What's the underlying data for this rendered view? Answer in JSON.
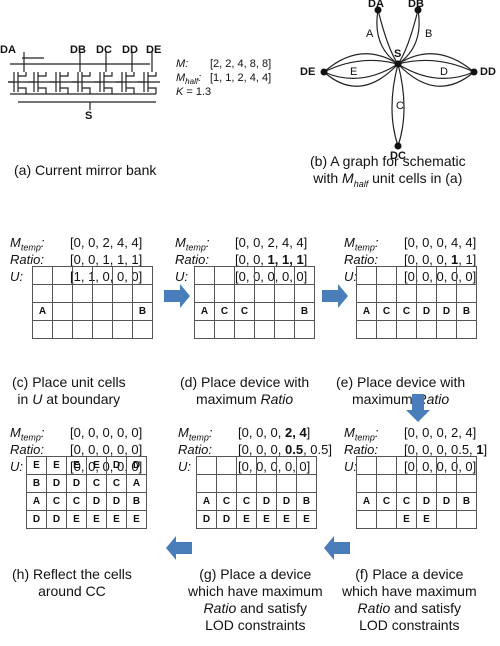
{
  "schematic": {
    "terminals": [
      "DA",
      "DB",
      "DC",
      "DD",
      "DE"
    ],
    "source_label": "S",
    "equations": [
      {
        "label": "M",
        "sub": "",
        "value": "[2, 2, 4, 8, 8]"
      },
      {
        "label": "M",
        "sub": "half",
        "value": "[1, 1, 2, 4, 4]"
      },
      {
        "label": "K",
        "sub": "",
        "value": "= 1.3"
      }
    ],
    "caption": "(a) Current mirror bank"
  },
  "graph": {
    "nodes": {
      "top_left": "DA",
      "top_right": "DB",
      "left": "DE",
      "right": "DD",
      "bottom": "DC",
      "center": "S"
    },
    "edge_labels": [
      "A",
      "B",
      "C",
      "D",
      "E"
    ],
    "caption_line1": "(b) A graph for schematic",
    "caption_line2_pre": "with ",
    "caption_line2_m": "M",
    "caption_line2_sub": "half",
    "caption_line2_post": " unit cells in (a)"
  },
  "vector_labels": {
    "mtemp": "M",
    "mtemp_sub": "temp",
    "ratio": "Ratio",
    "u": "U"
  },
  "steps": [
    {
      "id": "c",
      "mtemp": [
        {
          "t": "[0, 0, 2, 4, 4]",
          "b": false
        }
      ],
      "ratio": [
        {
          "t": "[0, 0, 1, 1, 1]",
          "b": false
        }
      ],
      "u": [
        {
          "t": "[1, 1, 0, 0, 0]",
          "b": false
        }
      ],
      "grid": [
        [
          "",
          "",
          "",
          "",
          "",
          ""
        ],
        [
          "",
          "",
          "",
          "",
          "",
          ""
        ],
        [
          "A",
          "",
          "",
          "",
          "",
          "B"
        ],
        [
          "",
          "",
          "",
          "",
          "",
          ""
        ]
      ],
      "caption": [
        "(c) Place unit cells",
        "in U at boundary"
      ]
    },
    {
      "id": "d",
      "mtemp": [
        {
          "t": "[0, 0, 2, 4, 4]",
          "b": false
        }
      ],
      "ratio": [
        {
          "t": "[0, 0, ",
          "b": false
        },
        {
          "t": "1, 1, 1",
          "b": true
        },
        {
          "t": "]",
          "b": false
        }
      ],
      "u": [
        {
          "t": "[0, 0, 0, 0, 0]",
          "b": false
        }
      ],
      "grid": [
        [
          "",
          "",
          "",
          "",
          "",
          ""
        ],
        [
          "",
          "",
          "",
          "",
          "",
          ""
        ],
        [
          "A",
          "C",
          "C",
          "",
          "",
          "B"
        ],
        [
          "",
          "",
          "",
          "",
          "",
          ""
        ]
      ],
      "caption": [
        "(d) Place device with",
        "maximum Ratio"
      ]
    },
    {
      "id": "e",
      "mtemp": [
        {
          "t": "[0, 0, 0, 4, 4]",
          "b": false
        }
      ],
      "ratio": [
        {
          "t": "[0, 0, 0, ",
          "b": false
        },
        {
          "t": "1",
          "b": true
        },
        {
          "t": ", 1]",
          "b": false
        }
      ],
      "u": [
        {
          "t": "[0, 0, 0, 0, 0]",
          "b": false
        }
      ],
      "grid": [
        [
          "",
          "",
          "",
          "",
          "",
          ""
        ],
        [
          "",
          "",
          "",
          "",
          "",
          ""
        ],
        [
          "A",
          "C",
          "C",
          "D",
          "D",
          "B"
        ],
        [
          "",
          "",
          "",
          "",
          "",
          ""
        ]
      ],
      "caption": [
        "(e) Place device with",
        "maximum Ratio"
      ]
    },
    {
      "id": "f",
      "mtemp": [
        {
          "t": "[0, 0, 0, 2, 4]",
          "b": false
        }
      ],
      "ratio": [
        {
          "t": "[0, 0, 0, 0.5, ",
          "b": false
        },
        {
          "t": "1",
          "b": true
        },
        {
          "t": "]",
          "b": false
        }
      ],
      "u": [
        {
          "t": "[0, 0, 0, 0, 0]",
          "b": false
        }
      ],
      "grid": [
        [
          "",
          "",
          "",
          "",
          "",
          ""
        ],
        [
          "",
          "",
          "",
          "",
          "",
          ""
        ],
        [
          "A",
          "C",
          "C",
          "D",
          "D",
          "B"
        ],
        [
          "",
          "",
          "E",
          "E",
          "",
          ""
        ]
      ],
      "caption": [
        "(f) Place a device",
        "which have maximum",
        "Ratio and satisfy",
        "LOD constraints"
      ]
    },
    {
      "id": "g",
      "mtemp": [
        {
          "t": "[0, 0, 0, ",
          "b": false
        },
        {
          "t": "2, 4",
          "b": true
        },
        {
          "t": "]",
          "b": false
        }
      ],
      "ratio": [
        {
          "t": "[0, 0, 0, ",
          "b": false
        },
        {
          "t": "0.5",
          "b": true
        },
        {
          "t": ", 0.5]",
          "b": false
        }
      ],
      "u": [
        {
          "t": "[0, 0, 0, 0, 0]",
          "b": false
        }
      ],
      "grid": [
        [
          "",
          "",
          "",
          "",
          "",
          ""
        ],
        [
          "",
          "",
          "",
          "",
          "",
          ""
        ],
        [
          "A",
          "C",
          "C",
          "D",
          "D",
          "B"
        ],
        [
          "D",
          "D",
          "E",
          "E",
          "E",
          "E"
        ]
      ],
      "caption": [
        "(g) Place a device",
        "which have maximum",
        "Ratio and satisfy",
        "LOD constraints"
      ]
    },
    {
      "id": "h",
      "mtemp": [
        {
          "t": "[0, 0, 0, 0, 0]",
          "b": false
        }
      ],
      "ratio": [
        {
          "t": "[0, 0, 0, 0, 0]",
          "b": false
        }
      ],
      "u": [
        {
          "t": "[0, 0, 0, 0, 0]",
          "b": false
        }
      ],
      "grid": [
        [
          "E",
          "E",
          "E",
          "E",
          "D",
          "D"
        ],
        [
          "B",
          "D",
          "D",
          "C",
          "C",
          "A"
        ],
        [
          "A",
          "C",
          "C",
          "D",
          "D",
          "B"
        ],
        [
          "D",
          "D",
          "E",
          "E",
          "E",
          "E"
        ]
      ],
      "caption": [
        "(h) Reflect the cells",
        "around CC"
      ]
    }
  ],
  "arrow_color": "#4a7ebb"
}
